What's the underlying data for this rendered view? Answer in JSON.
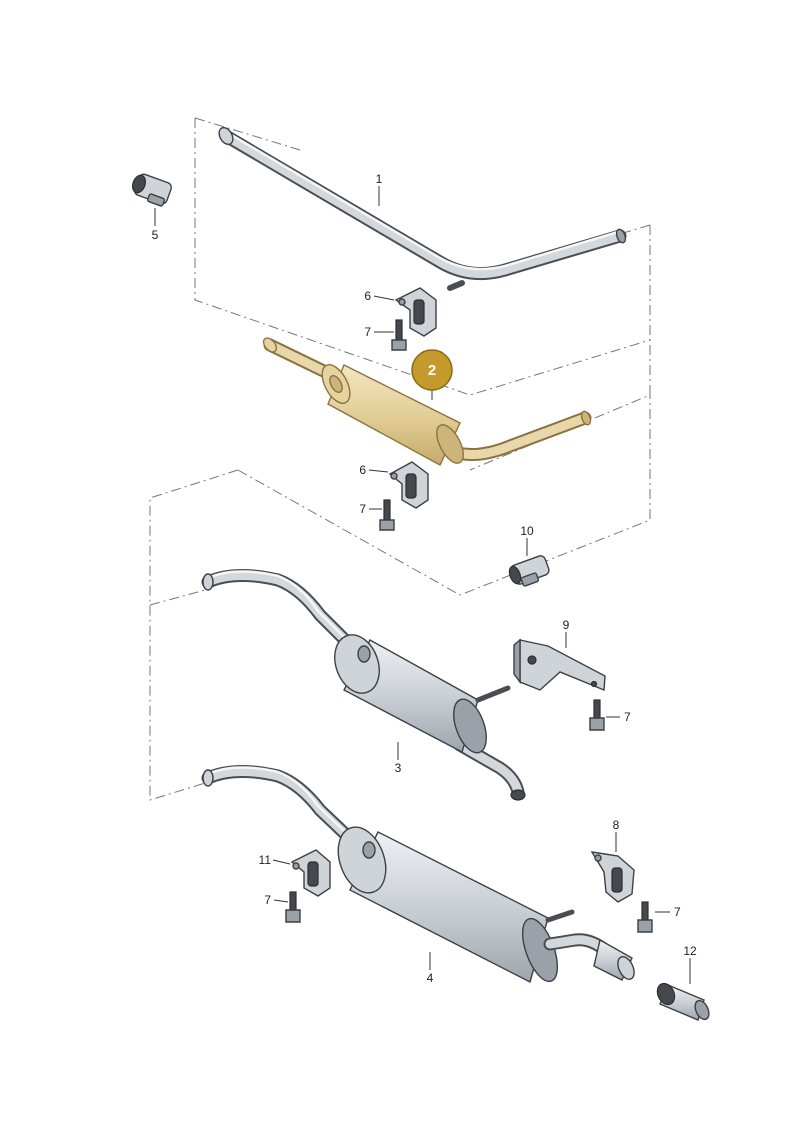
{
  "callouts": {
    "c1": "1",
    "c2": "2",
    "c3": "3",
    "c4": "4",
    "c5": "5",
    "c6a": "6",
    "c6b": "6",
    "c7a": "7",
    "c7b": "7",
    "c7c": "7",
    "c7d": "7",
    "c7e": "7",
    "c8": "8",
    "c9": "9",
    "c10": "10",
    "c11": "11",
    "c12": "12"
  },
  "colors": {
    "highlight_badge": "#c49a2c",
    "highlight_part": "#e6d3a0",
    "part_metal": "#cfd4d9"
  }
}
